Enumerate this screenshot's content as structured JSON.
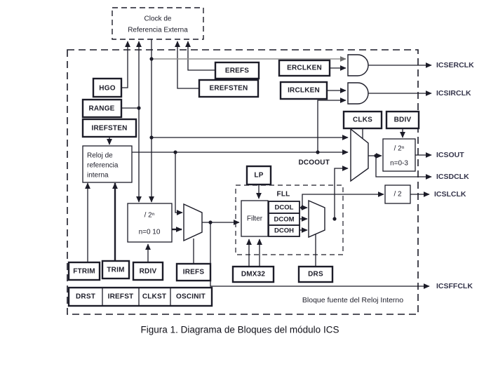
{
  "figure": {
    "caption": "Figura 1. Diagrama de Bloques del módulo ICS",
    "external_clock_box": {
      "line1": "Clock de",
      "line2": "Referencia Externa"
    },
    "internal_block_label": "Bloque fuente del Reloj Interno",
    "fll_label": "FLL",
    "dcoout_label": "DCOOUT",
    "controls": {
      "hgo": "HGO",
      "range": "RANGE",
      "irefsten": "IREFSTEN",
      "erefs": "EREFS",
      "erefsten": "EREFSTEN",
      "erclken": "ERCLKEN",
      "irclken": "IRCLKEN",
      "clks": "CLKS",
      "bdiv": "BDIV",
      "lp": "LP",
      "ftrim": "FTRIM",
      "trim": "TRIM",
      "rdiv": "RDIV",
      "irefs": "IREFS",
      "dmx32": "DMX32",
      "drs": "DRS"
    },
    "blocks": {
      "internal_ref": {
        "line1": "Reloj de",
        "line2": "referencia",
        "line3": "interna"
      },
      "ref_divider": {
        "line1": "/ 2ⁿ",
        "line2": "n=0 10"
      },
      "bus_divider": {
        "line1": "/ 2ⁿ",
        "line2": "n=0-3"
      },
      "div2": "/ 2",
      "filter": "Filter",
      "dcol": "DCOL",
      "dcom": "DCOM",
      "dcoh": "DCOH"
    },
    "status_flags": [
      "DRST",
      "IREFST",
      "CLKST",
      "OSCINIT"
    ],
    "outputs": [
      "ICSERCLK",
      "ICSIRCLK",
      "ICSOUT",
      "ICSDCLK",
      "ICSLCLK",
      "ICSFFCLK"
    ],
    "colors": {
      "ink": "#1c1c28",
      "gray_line": "#8f8f8f",
      "background": "#ffffff"
    }
  }
}
